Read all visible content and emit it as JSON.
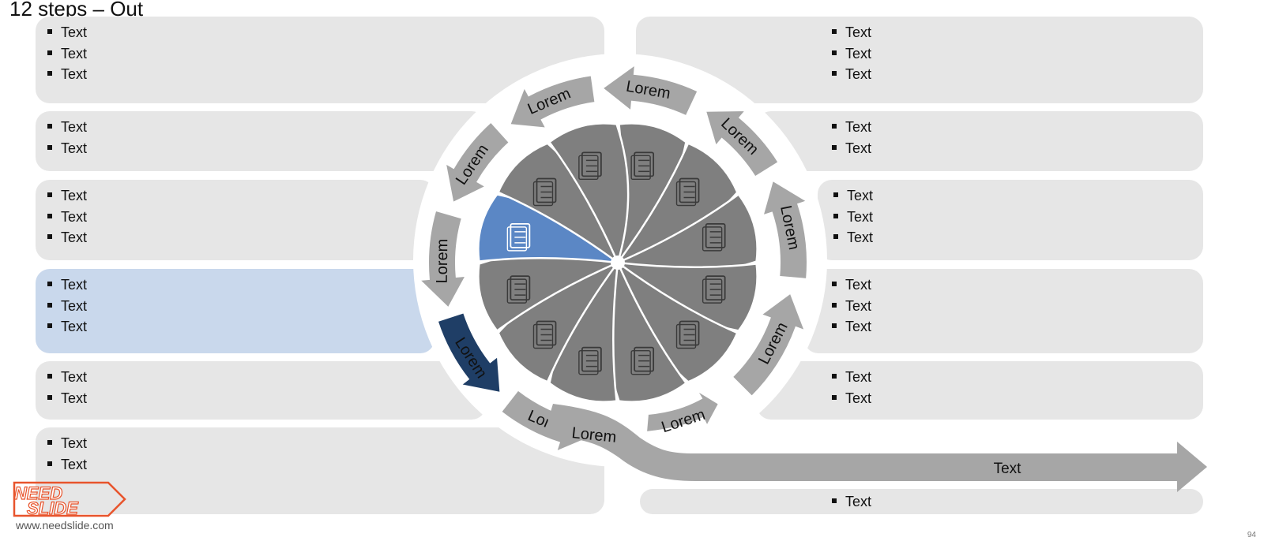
{
  "slide": {
    "title": "12 steps – Out",
    "page_number": "94"
  },
  "left_panels": [
    {
      "items": [
        "Text",
        "Text",
        "Text"
      ]
    },
    {
      "items": [
        "Text",
        "Text"
      ]
    },
    {
      "items": [
        "Text",
        "Text",
        "Text"
      ]
    },
    {
      "items": [
        "Text",
        "Text",
        "Text"
      ],
      "highlight": true
    },
    {
      "items": [
        "Text",
        "Text"
      ]
    },
    {
      "items": [
        "Text",
        "Text"
      ]
    }
  ],
  "right_panels": [
    {
      "items": [
        "Text",
        "Text",
        "Text"
      ]
    },
    {
      "items": [
        "Text",
        "Text"
      ]
    },
    {
      "items": [
        "Text",
        "Text",
        "Text"
      ]
    },
    {
      "items": [
        "Text",
        "Text",
        "Text"
      ]
    },
    {
      "items": [
        "Text",
        "Text"
      ]
    },
    {
      "items": [
        "Text"
      ]
    }
  ],
  "cycle_arrows": [
    "Lorem",
    "Lorem",
    "Lorem",
    "Lorem",
    "Lorem",
    "Lorem",
    "Lorem",
    "Lorem",
    "Lorem",
    "Lorem",
    "Lorem",
    "Lorem"
  ],
  "out_arrow_label": "Text",
  "petal_icons": [
    "document-chart-icon",
    "login-door-icon",
    "report-graph-icon",
    "certificate-icon",
    "mobile-coins-icon",
    "news-document-icon",
    "touch-hand-icon",
    "documents-icon",
    "report-chart-icon",
    "award-document-icon",
    "export-icon",
    "binary-code-icon"
  ],
  "logo": {
    "line1": "NEED",
    "line2": "SLIDE",
    "url": "www.needslide.com"
  },
  "colors": {
    "panel": "#e6e6e6",
    "panel_highlight": "#c9d8ec",
    "arrow": "#a6a6a6",
    "arrow_active": "#1f3e66",
    "petal": "#7f7f7f",
    "petal_active": "#5b87c5",
    "logo_orange": "#e8542c"
  }
}
